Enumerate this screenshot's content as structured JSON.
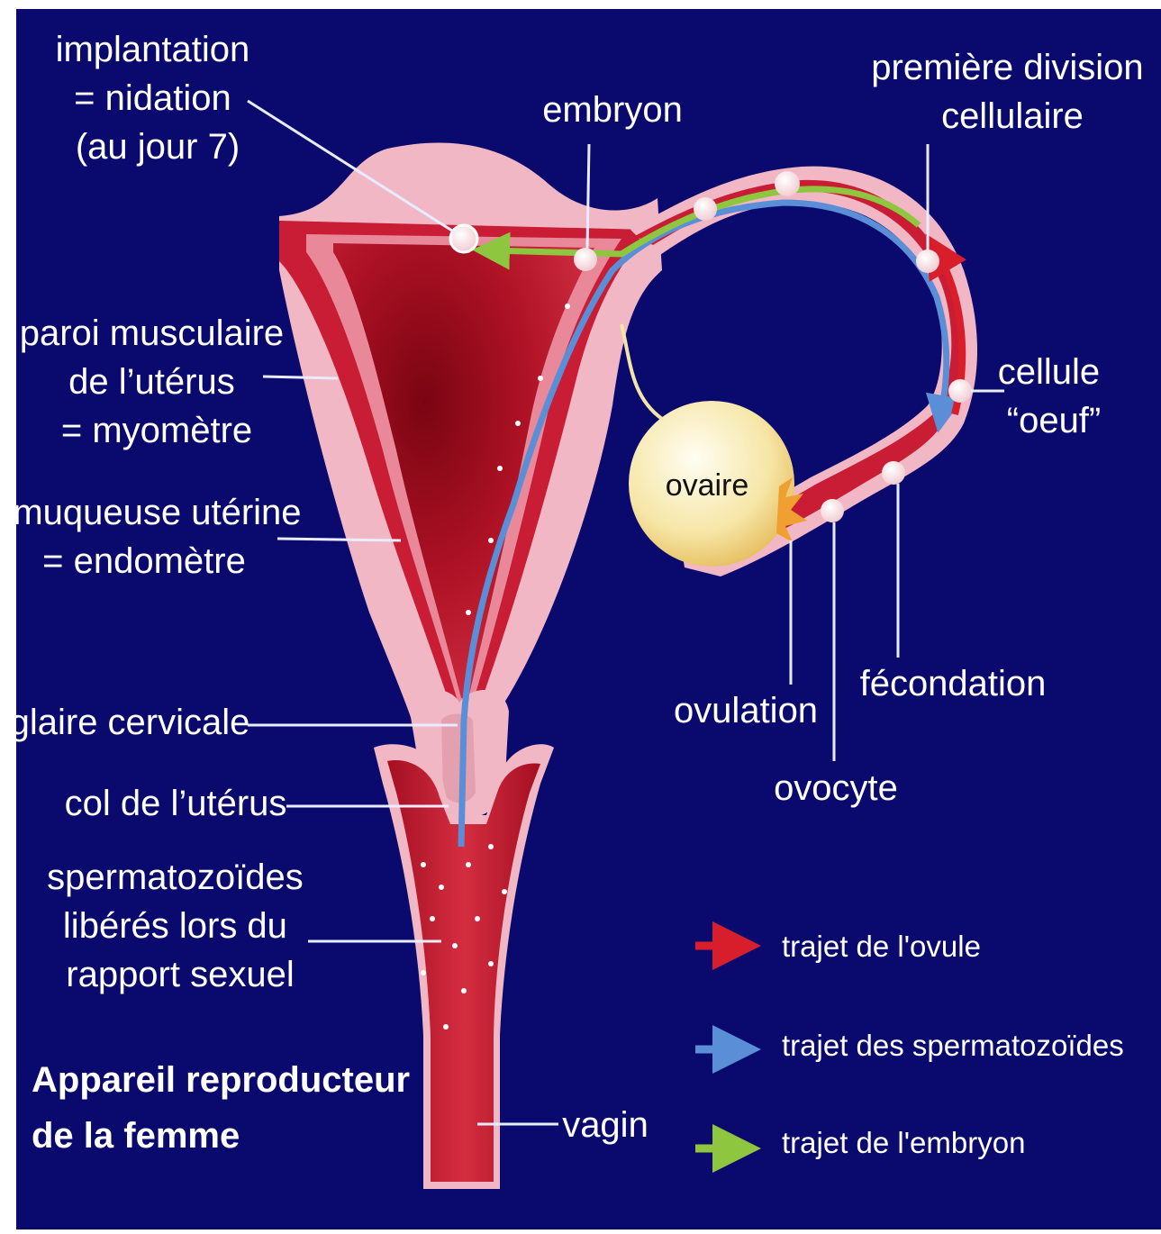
{
  "labels": {
    "implantation": [
      "implantation",
      "= nidation",
      "(au jour 7)"
    ],
    "embryon": "embryon",
    "premiere_division": [
      "première division",
      "cellulaire"
    ],
    "paroi": [
      "paroi musculaire",
      "de l’utérus",
      "= myomètre"
    ],
    "muqueuse": [
      "muqueuse utérine",
      "= endomètre"
    ],
    "glaire": "glaire cervicale",
    "col": "col de l’utérus",
    "spermatozoides": [
      "spermatozoïdes",
      "libérés lors du",
      "rapport sexuel"
    ],
    "ovaire": "ovaire",
    "cellule_oeuf": [
      "cellule",
      "“oeuf”"
    ],
    "fecondation": "fécondation",
    "ovulation": "ovulation",
    "ovocyte": "ovocyte",
    "vagin": "vagin"
  },
  "title": [
    "Appareil reproducteur",
    "de la femme"
  ],
  "legend": [
    {
      "label": "trajet de l'ovule",
      "color": "#d81e2a"
    },
    {
      "label": "trajet des spermatozoïdes",
      "color": "#5a8fd8"
    },
    {
      "label": "trajet de l'embryon",
      "color": "#8ec63f"
    }
  ],
  "colors": {
    "background": "#0a0a6e",
    "tissue_pink": "#f2b7c4",
    "tissue_red": "#b01226",
    "ovary": "#f3e4a8"
  }
}
